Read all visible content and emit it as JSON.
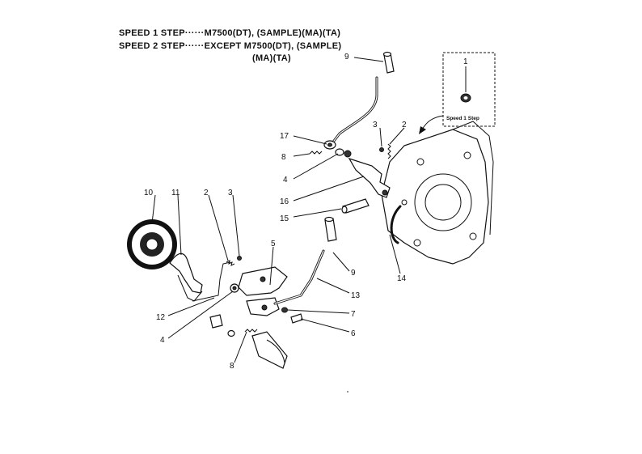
{
  "header": {
    "speed1": "SPEED  1  STEP······M7500(DT), (SAMPLE)(MA)(TA)",
    "speed2": "SPEED  2  STEP······EXCEPT M7500(DT), (SAMPLE)",
    "speed2_cont": "(MA)(TA)"
  },
  "inset": {
    "caption": "Speed 1 Step",
    "label": "1"
  },
  "callouts": {
    "c9_top": "9",
    "c17": "17",
    "c8_top": "8",
    "c4_top": "4",
    "c3_top": "3",
    "c2_top": "2",
    "c16": "16",
    "c15": "15",
    "c14": "14",
    "c10": "10",
    "c11": "11",
    "c2_left": "2",
    "c3_left": "3",
    "c5": "5",
    "c9_mid": "9",
    "c13": "13",
    "c12": "12",
    "c4_left": "4",
    "c7": "7",
    "c6": "6",
    "c8_bottom": "8"
  }
}
